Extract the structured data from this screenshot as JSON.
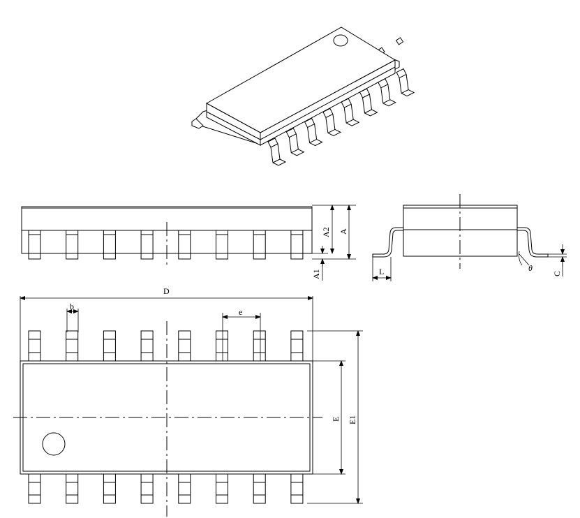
{
  "labels": {
    "A": "A",
    "A1": "A1",
    "A2": "A2",
    "L": "L",
    "theta": "θ",
    "C": "C",
    "D": "D",
    "b": "b",
    "e": "e",
    "E": "E",
    "E1": "E1"
  },
  "package": {
    "pins_per_side": 8
  }
}
